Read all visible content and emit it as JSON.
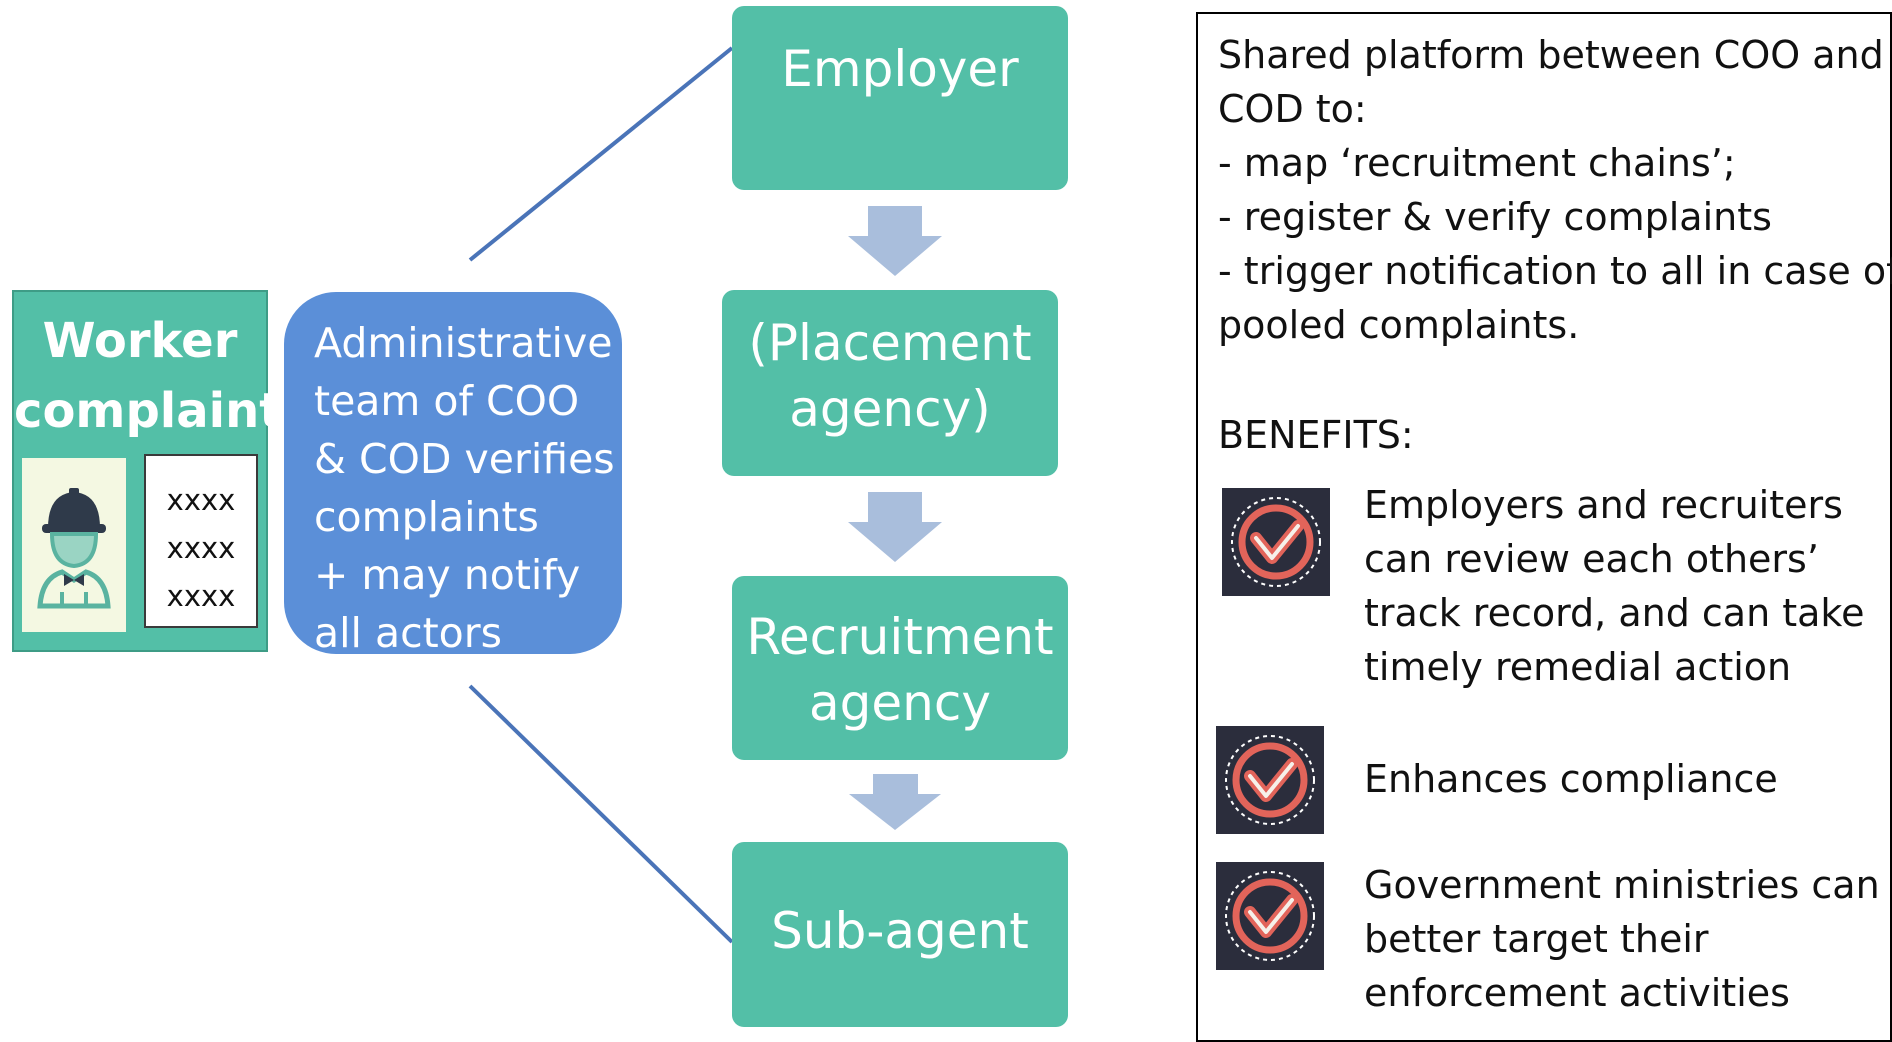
{
  "worker": {
    "title_line1": "Worker",
    "title_line2": "complaint",
    "note_lines": [
      "xxxx",
      "xxxx",
      "xxxx"
    ]
  },
  "admin": {
    "lines": [
      "Administrative",
      "team of COO",
      "& COD verifies",
      "complaints",
      "+ may notify",
      "all actors"
    ]
  },
  "chain": [
    {
      "lines": [
        "Employer"
      ]
    },
    {
      "lines": [
        "(Placement",
        "agency)"
      ]
    },
    {
      "lines": [
        "Recruitment",
        "agency"
      ]
    },
    {
      "lines": [
        "Sub-agent"
      ]
    }
  ],
  "panel": {
    "intro_lines": [
      "Shared platform between COO and",
      "COD to:",
      "- map ‘recruitment chains’;",
      "- register & verify complaints",
      "- trigger notification to all in case of",
      "pooled complaints."
    ],
    "benefits_heading": "BENEFITS:",
    "benefits": [
      {
        "icon": "checkmark-badge-icon",
        "lines": [
          "Employers and recruiters",
          "can review each others’",
          "track record, and can take",
          "timely remedial action"
        ]
      },
      {
        "icon": "checkmark-badge-icon",
        "lines": [
          "Enhances compliance"
        ]
      },
      {
        "icon": "checkmark-badge-icon",
        "lines": [
          "Government ministries can",
          "better target their",
          "enforcement activities"
        ]
      }
    ]
  },
  "colors": {
    "teal": "#53bfa7",
    "admin_blue": "#5b8fd8",
    "arrow": "#a9bedc",
    "connector": "#4a74b8"
  }
}
